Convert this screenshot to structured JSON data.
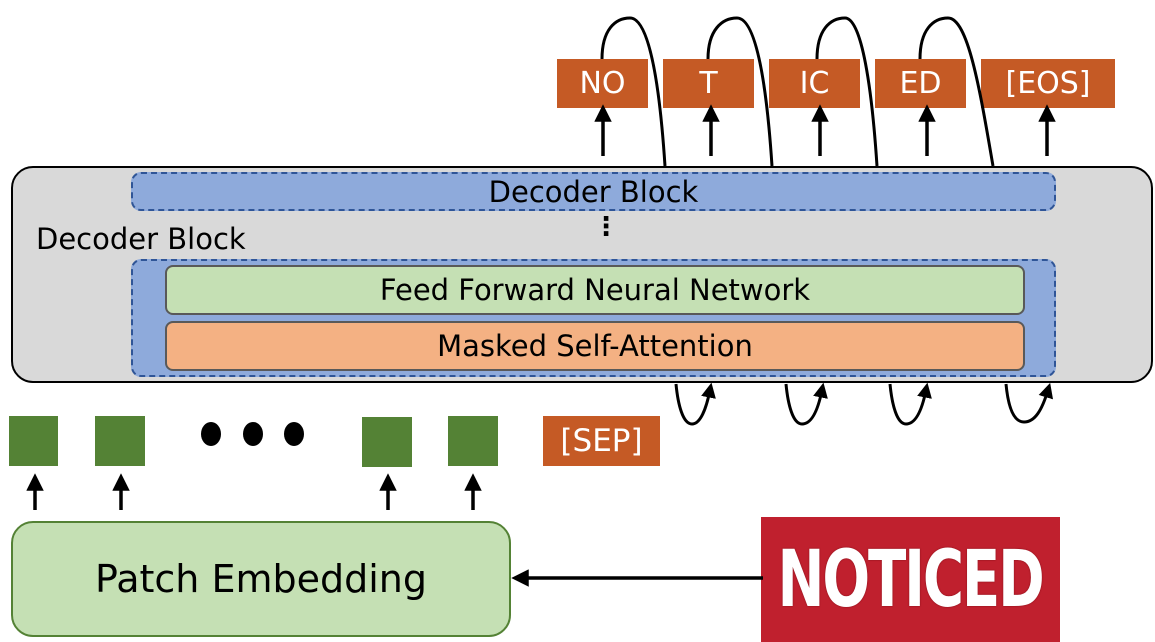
{
  "output_tokens": [
    {
      "label": "NO"
    },
    {
      "label": "T"
    },
    {
      "label": "IC"
    },
    {
      "label": "ED"
    },
    {
      "label": "[EOS]"
    }
  ],
  "decoder": {
    "stack_label": "Decoder Block",
    "top_block_label": "Decoder Block",
    "ellipsis": "⋮",
    "layers": {
      "ffn_label": "Feed Forward Neural Network",
      "attention_label": "Masked Self-Attention"
    }
  },
  "input_sequence": {
    "separator_token": "[SEP]",
    "patch_count_visible": 4,
    "ellipsis_dots": 3
  },
  "patch_embedding": {
    "label": "Patch Embedding"
  },
  "input_image": {
    "text": "NOTICED"
  },
  "colors": {
    "token_orange": "#c55a25",
    "decoder_gray": "#d9d9d9",
    "block_blue": "#8eaadb",
    "dash_blue": "#2f5597",
    "ffn_green": "#c5e0b4",
    "attention_orange": "#f4b183",
    "patch_green": "#548235",
    "image_red": "#c0202e"
  }
}
